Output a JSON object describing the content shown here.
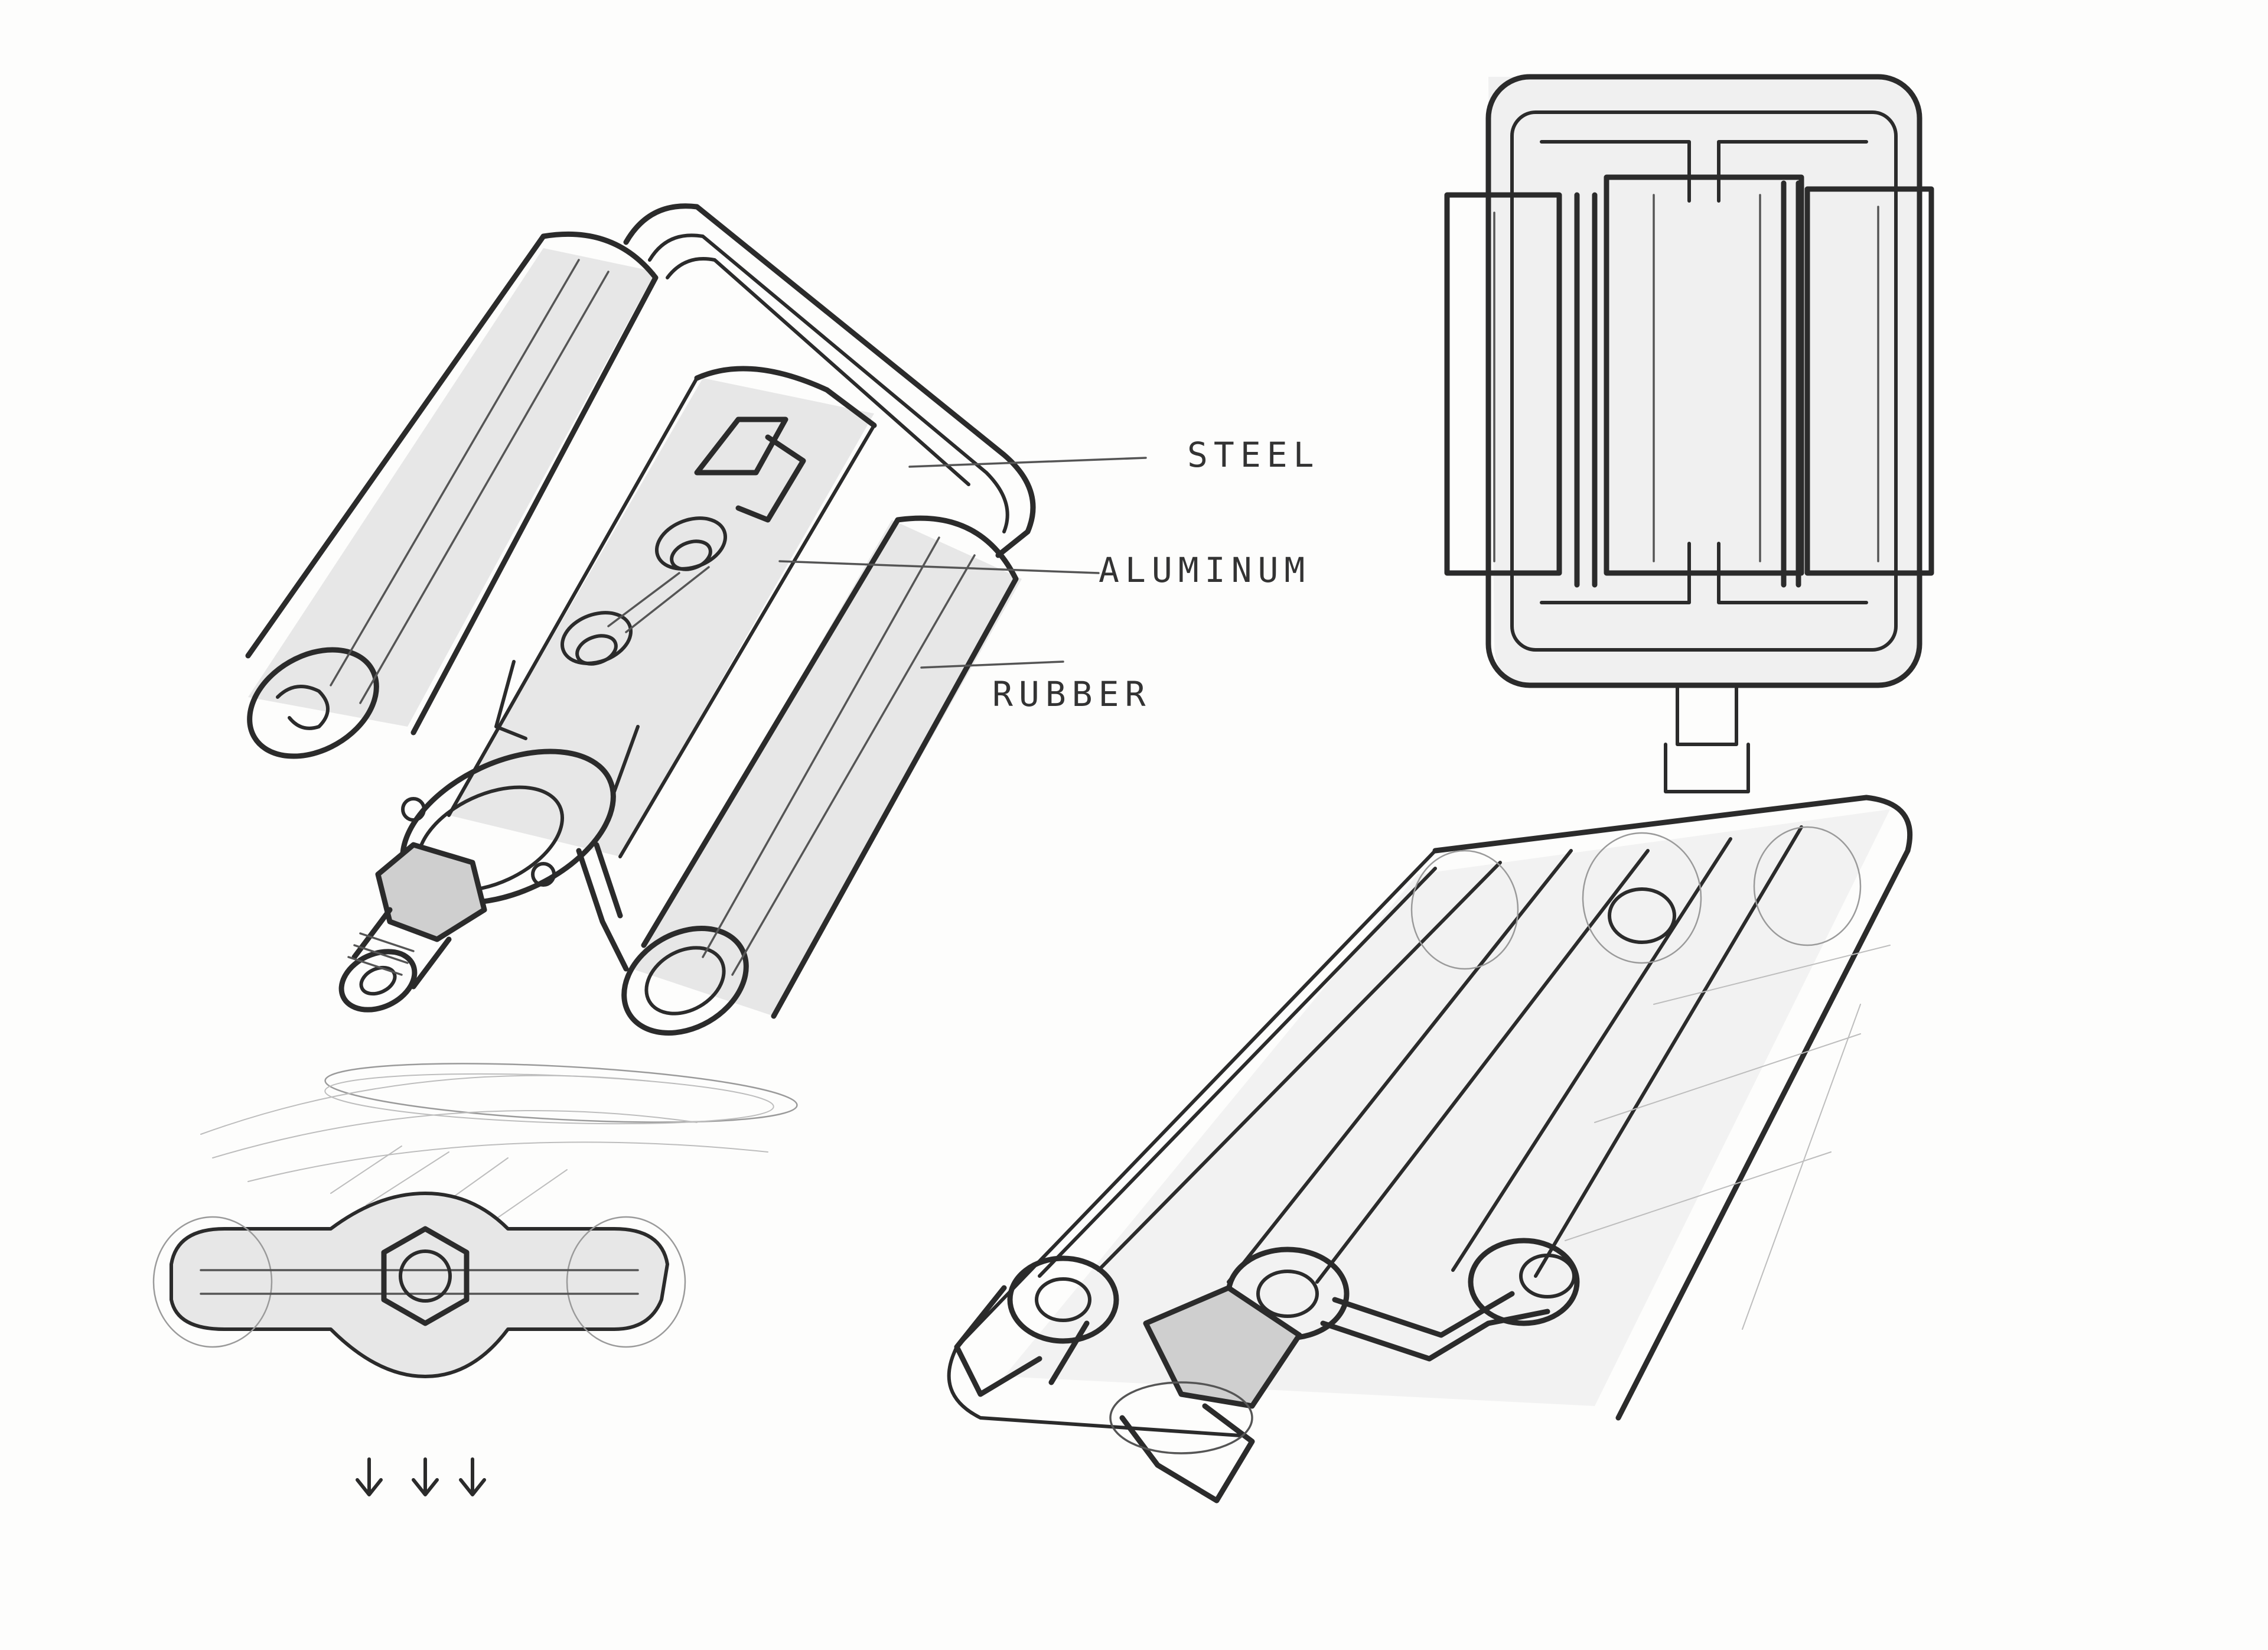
{
  "labels": {
    "steel": "STEEL",
    "aluminum": "ALUMINUM",
    "rubber": "RUBBER"
  },
  "colors": {
    "paper": "#fdfdfc",
    "graphite": "#2b2b2b"
  }
}
